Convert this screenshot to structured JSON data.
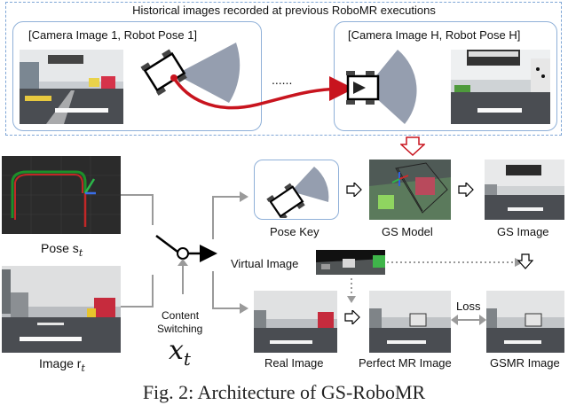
{
  "top_panel": {
    "title": "Historical images recorded at previous RoboMR executions",
    "left_label": "[Camera Image 1, Robot Pose 1]",
    "right_label": "[Camera Image H, Robot Pose H]",
    "ellipsis": "......"
  },
  "labels": {
    "pose": "Pose s",
    "pose_sub": "t",
    "image": "Image r",
    "image_sub": "t",
    "content_switching": "Content\nSwitching",
    "content_switching_1": "Content",
    "content_switching_2": "Switching",
    "x_var": "x",
    "x_sub": "t",
    "pose_key": "Pose Key",
    "gs_model": "GS Model",
    "gs_image": "GS Image",
    "virtual_image": "Virtual Image",
    "real_image": "Real Image",
    "perfect_mr_image": "Perfect MR Image",
    "gsmr_image": "GSMR Image",
    "loss": "Loss"
  },
  "caption": "Fig. 2: Architecture of GS-RoboMR",
  "colors": {
    "dashed_border": "#7fa6d6",
    "key_box": "#8fb0d8",
    "trajectory_red": "#c8141e",
    "gray_arrow": "#9a9a9a",
    "sector_gray": "#8a94a6"
  }
}
